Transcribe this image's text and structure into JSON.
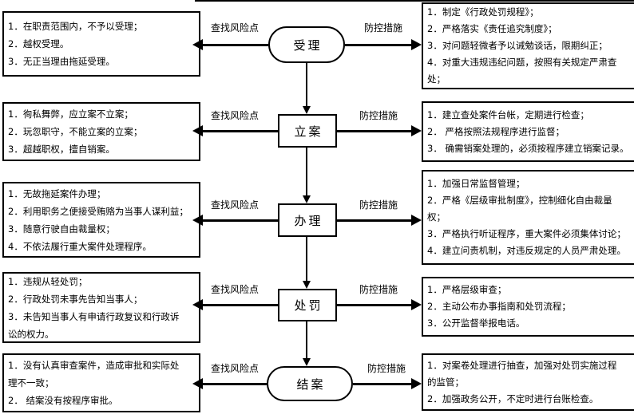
{
  "diagram": {
    "find_risk_label": "查找风险点",
    "control_label": "防控措施",
    "stages": [
      {
        "name": "受理",
        "risks": [
          "1．在职责范围内，不予以受理；",
          "2．越权受理。",
          "3．无正当理由拖延受理。"
        ],
        "measures": [
          "1．制定《行政处罚规程》；",
          "2．严格落实《责任追究制度》；",
          "3．对问题轻微者予以诫勉谈话，限期纠正；",
          "4．对重大违规违纪问题，按照有关规定严肃查",
          "处；"
        ]
      },
      {
        "name": "立案",
        "risks": [
          "1．徇私舞弊，应立案不立案；",
          "2．玩忽职守，不能立案的立案；",
          "3．超越职权，擅自销案。"
        ],
        "measures": [
          "1．建立查处案件台帐，定期进行检查；",
          "2． 严格按照法规程序进行监督；",
          "3． 确需销案处理的，必须按程序建立销案记录。"
        ]
      },
      {
        "name": "办理",
        "risks": [
          "1．无故拖延案件办理；",
          "2．利用职务之便接受贿赂为当事人谋利益；",
          "3．随意行驶自由裁量权；",
          "4．不依法履行重大案件处理程序。"
        ],
        "measures": [
          "1．加强日常监督管理；",
          "2．严格《层级审批制度》，控制细化自由裁量",
          "权；",
          "3．严格执行听证程序，重大案件必须集体讨论；",
          "4．建立问责机制，对违反规定的人员严肃处理。"
        ]
      },
      {
        "name": "处罚",
        "risks": [
          "1．违规从轻处罚；",
          "2．行政处罚未事先告知当事人；",
          "3．未告知当事人有申请行政复议和行政诉",
          "讼的权力。"
        ],
        "measures": [
          "1．严格层级审查；",
          "2．主动公布办事指南和处罚流程；",
          "3．公开监督举报电话。"
        ]
      },
      {
        "name": "结案",
        "risks": [
          "1．没有认真审查案件，造成审批和实际处",
          "理不一致；",
          "2． 结案没有按程序审批。"
        ],
        "measures": [
          "1．对案卷处理进行抽查，加强对处罚实施过程",
          "的监管；",
          "2．加强政务公开，不定时进行台账检查。"
        ]
      }
    ]
  }
}
